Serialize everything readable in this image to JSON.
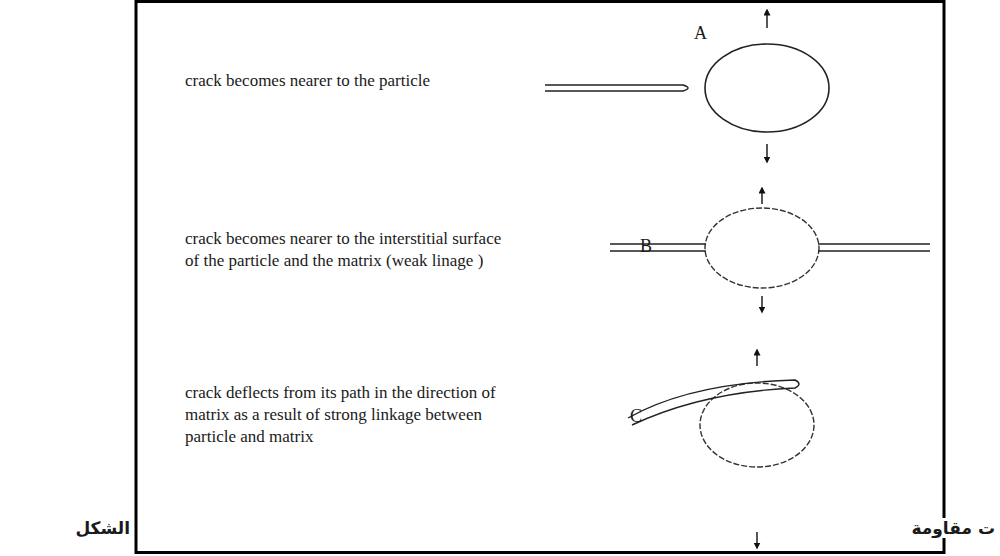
{
  "diagram": {
    "labels": [
      "crack becomes nearer to the particle",
      "A",
      "crack becomes nearer to the interstitial surface of the particle and the matrix (weak linage )",
      "B",
      "crack deflects from its path in the direction of matrix as a result of strong linkage between particle and matrix",
      "C",
      "الشكل",
      "ت مقاومة"
    ]
  }
}
